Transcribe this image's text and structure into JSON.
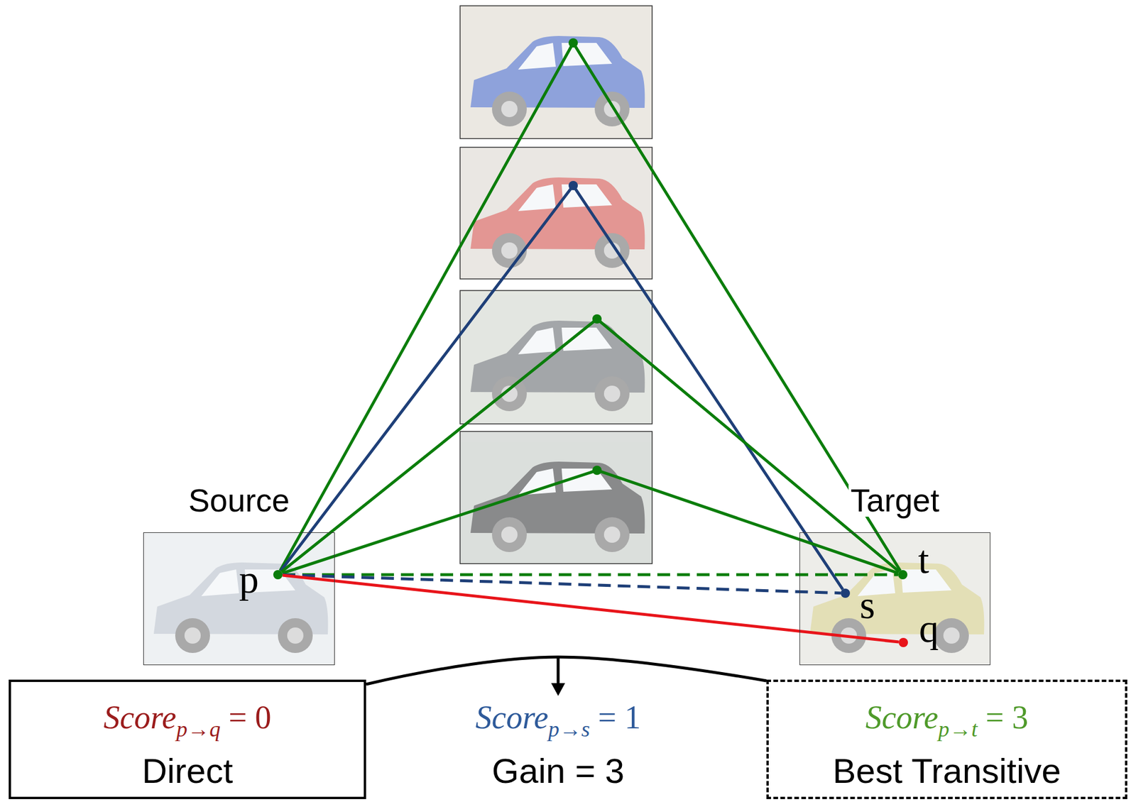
{
  "diagram": {
    "nodes": [
      {
        "text": [
          "Source"
        ]
      },
      {
        "text": [
          "p"
        ],
        "in": 0
      },
      {
        "text": [
          "Target"
        ]
      },
      {
        "text": [
          "t"
        ],
        "in": 2
      },
      {
        "text": [
          "s"
        ],
        "in": 2
      },
      {
        "text": [
          "q"
        ],
        "in": 2
      },
      {
        "text": [
          "Score",
          "p→q",
          "= 0",
          "Direct"
        ]
      },
      {
        "text": [
          "Score",
          "p→t",
          "= 3",
          "Best Transitive"
        ]
      }
    ],
    "edges": [
      {
        "from": 1,
        "to": 3,
        "arrow": "none"
      },
      {
        "from": 1,
        "to": 4,
        "arrow": "none"
      },
      {
        "from": 1,
        "to": 3,
        "arrow": "none"
      },
      {
        "from": 1,
        "to": 3,
        "arrow": "none"
      },
      {
        "from": 1,
        "to": 3,
        "arrow": "none"
      },
      {
        "from": 1,
        "to": 4,
        "arrow": "none"
      },
      {
        "from": 1,
        "to": 5,
        "arrow": "none"
      }
    ],
    "labels": [
      "Score",
      "p→s",
      "= 1",
      "Gain = 3"
    ]
  }
}
